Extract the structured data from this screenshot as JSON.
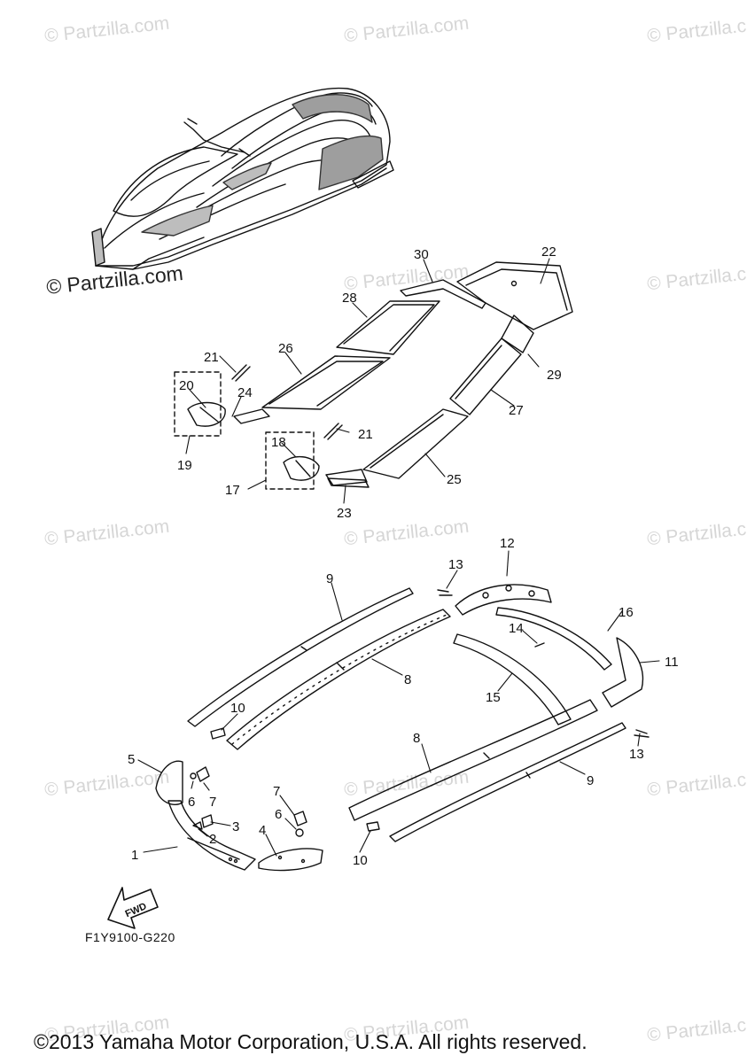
{
  "watermark_text": "© Partzilla.com",
  "drawing_code": "F1Y9100-G220",
  "fwd_label": "FWD",
  "copyright": "©2013 Yamaha Motor Corporation, U.S.A. All rights reserved.",
  "callouts": [
    "1",
    "2",
    "3",
    "4",
    "5",
    "6",
    "7",
    "8",
    "9",
    "10",
    "11",
    "12",
    "13",
    "14",
    "15",
    "16",
    "17",
    "18",
    "19",
    "20",
    "21",
    "22",
    "23",
    "24",
    "25",
    "26",
    "27",
    "28",
    "29",
    "30"
  ]
}
